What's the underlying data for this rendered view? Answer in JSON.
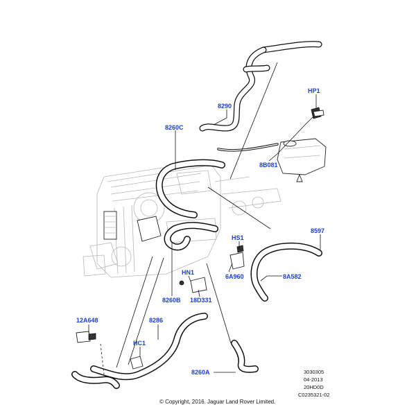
{
  "callouts": {
    "c8290": "8290",
    "cHP1": "HP1",
    "c8260C": "8260C",
    "c8B081": "8B081",
    "c8597": "8597",
    "cHS1": "HS1",
    "c6A960": "6A960",
    "c8A582": "8A582",
    "cHN1": "HN1",
    "c8260B": "8260B",
    "c18D331": "18D331",
    "c12A648": "12A648",
    "c8286": "8286",
    "cHC1": "HC1",
    "c8260A": "8260A"
  },
  "info_block": {
    "line1": "3030305",
    "line2": "04-2013",
    "line3": "20HD0D",
    "line4": "C0235321-02"
  },
  "copyright": "© Copyright, 2016. Jaguar Land Rover Limited.",
  "colors": {
    "callout": "#1a3fd6",
    "line": "#111111",
    "engine": "#b7b7b7"
  }
}
